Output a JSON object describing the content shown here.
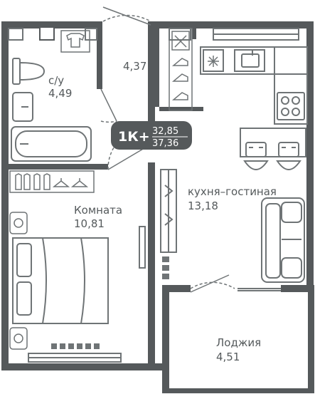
{
  "plan": {
    "badge": {
      "type": "1К+",
      "total_area": "32,85",
      "living_area": "37,36"
    },
    "rooms": {
      "bathroom": {
        "label": "с/у",
        "area": "4,49"
      },
      "hall": {
        "area": "4,37"
      },
      "bedroom": {
        "label": "Комната",
        "area": "10,81"
      },
      "kitchen": {
        "label": "кухня–гостиная",
        "area": "13,18"
      },
      "loggia": {
        "label": "Лоджия",
        "area": "4,51"
      }
    },
    "colors": {
      "wall": "#55595b",
      "line": "#6f7476",
      "text": "#555a5c",
      "badge_bg": "#55595b"
    }
  }
}
